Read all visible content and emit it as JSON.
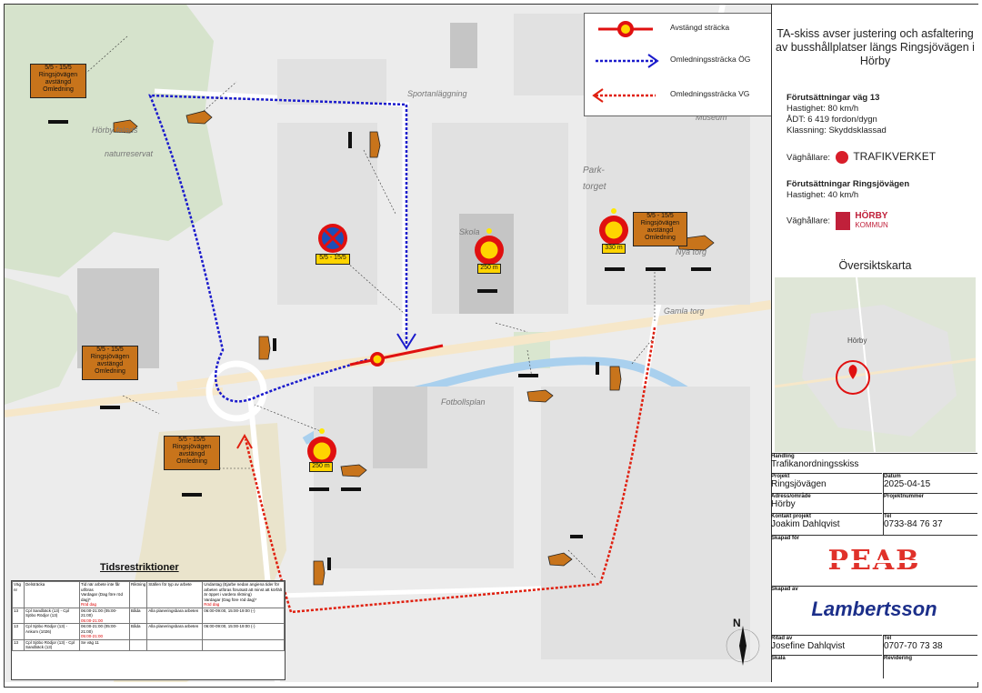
{
  "legend": {
    "closed": "Avstängd sträcka",
    "detour_og": "Omledningssträcka ÖG",
    "detour_vg": "Omledningssträcka VG"
  },
  "map_labels": {
    "reserve1": "Hörby falads",
    "reserve2": "naturreservat",
    "sport": "Sportanläggning",
    "park1": "Park-",
    "park2": "torget",
    "school": "Skola",
    "nya_torg": "Nya torg",
    "gamla_torg": "Gamla torg",
    "football": "Fotbollsplan",
    "museum": "Museum"
  },
  "signs": {
    "closure_dates": "5/5 - 15/5",
    "closure_l1": "Ringsjövägen",
    "closure_l2": "avstängd",
    "closure_l3": "Omledning",
    "no_stop_plate": "5/5 - 15/5",
    "dist_250": "250 m",
    "dist_330": "330 m"
  },
  "time_restrictions": {
    "title": "Tidsrestriktioner",
    "headers": {
      "vag": "Väg nr",
      "delstracka": "Delsträcka",
      "tid": "Tid när arbete inte får utföras",
      "vardagar": "Vardagar (Dag före röd dag)*",
      "rod": "Röd dag",
      "riktning": "Riktning",
      "stallen": "Ställen för typ av arbete",
      "undantag": "Undantag (Ejarbe nedan angiena tider för arbeten utföras förutsatt att minst att körfält är öppet i vardera riktning)",
      "undantag_v": "Vardagar (Dag före röd dag)*",
      "undantag_r": "Röd dag"
    },
    "rows": [
      {
        "vag": "13",
        "del": "Cpl Sandbäck (13) - Cpl Sjöbo Rödjor (13)",
        "tid": "06:00-21:00 (05:00-21:00)",
        "rod": "05:00-21:00",
        "rikt": "Båda",
        "stallen": "Alla planeringsbara arbeten",
        "undantag": "06:00-09:00, 15:00-19:00 (-)"
      },
      {
        "vag": "13",
        "del": "Cpl Sjöbo Rödjor (13) - Ankom (1026)",
        "tid": "06:00-21:00 (05:00-21:00)",
        "rod": "05:00-21:00",
        "rikt": "Båda",
        "stallen": "Alla planeringsbara arbeten",
        "undantag": "06:00-09:00, 15:00-19:00 (-)"
      },
      {
        "vag": "13",
        "del": "Cpl Sjöbo Rödjor (13) - Cpl Sandbäck (13)",
        "tid": "Se väg 11",
        "rod": "",
        "rikt": "",
        "stallen": "",
        "undantag": ""
      }
    ]
  },
  "side": {
    "title": "TA-skiss avser justering och asfaltering av busshållplatser längs Ringsjövägen i Hörby",
    "road13_head": "Förutsättningar väg 13",
    "road13_speed": "Hastighet: 80 km/h",
    "road13_adt": "ÅDT: 6 419 fordon/dygn",
    "road13_class": "Klassning: Skyddsklassad",
    "owner_label": "Väghållare:",
    "trafikverket": "TRAFIKVERKET",
    "ring_head": "Förutsättningar Ringsjövägen",
    "ring_speed": "Hastighet: 40 km/h",
    "owner_label2": "Väghållare:",
    "horby1": "HÖRBY",
    "horby2": "KOMMUN",
    "overview": "Översiktskarta",
    "overview_town": "Hörby"
  },
  "title_block": {
    "handling_h": "Handling",
    "handling": "Trafikanordningsskiss",
    "projekt_h": "Projekt",
    "projekt": "Ringsjövägen",
    "datum_h": "Datum",
    "datum": "2025-04-15",
    "adress_h": "Adress/område",
    "adress": "Hörby",
    "projnr_h": "Projektnummer",
    "projnr": "",
    "kontakt_h": "Kontakt projekt",
    "kontakt": "Joakim Dahlqvist",
    "tel_h": "Tel",
    "tel": "0733-84 76 37",
    "skapad_for_h": "Skapad för",
    "peab": "PEAB",
    "skapad_av_h": "Skapad av",
    "lambertsson": "Lambertsson",
    "ritad_h": "Ritad av",
    "ritad": "Josefine Dahlqvist",
    "tel2_h": "Tel",
    "tel2": "0707-70 73 38",
    "skala_h": "Skala",
    "revidering_h": "Revidering"
  },
  "north": "N",
  "colors": {
    "closed": "#e01010",
    "detour_og": "#1a1acc",
    "detour_vg": "#e02010",
    "sign": "#c8741b",
    "trafikverket": "#d81e2a",
    "peab": "#e0312a",
    "lambertsson": "#1c2f8a"
  }
}
